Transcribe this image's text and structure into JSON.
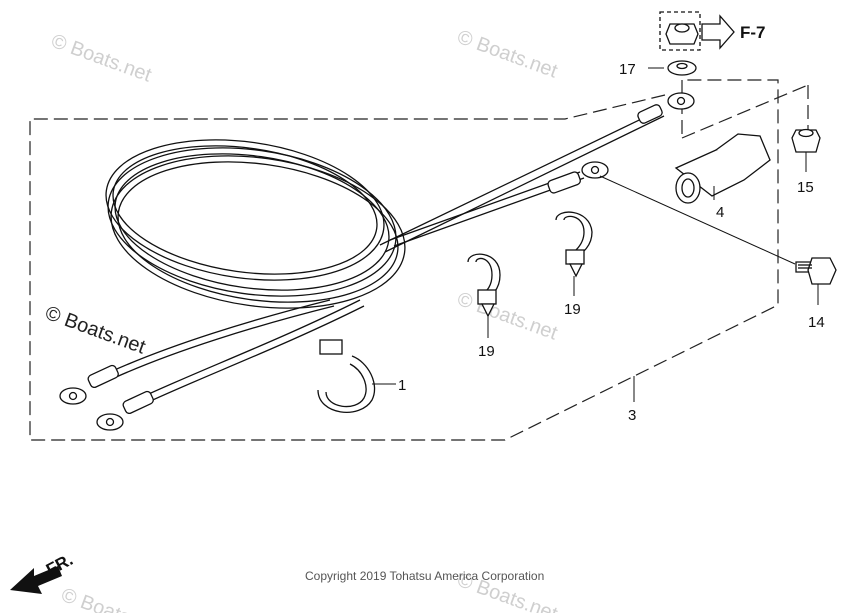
{
  "diagram": {
    "reference": {
      "label": "F-7"
    },
    "direction": {
      "label": "FR."
    },
    "watermark": "© Boats.net",
    "copyright": "Copyright 2019 Tohatsu America Corporation",
    "callouts": {
      "c1": "1",
      "c3": "3",
      "c4": "4",
      "c14": "14",
      "c15": "15",
      "c17": "17",
      "c19a": "19",
      "c19b": "19"
    }
  }
}
